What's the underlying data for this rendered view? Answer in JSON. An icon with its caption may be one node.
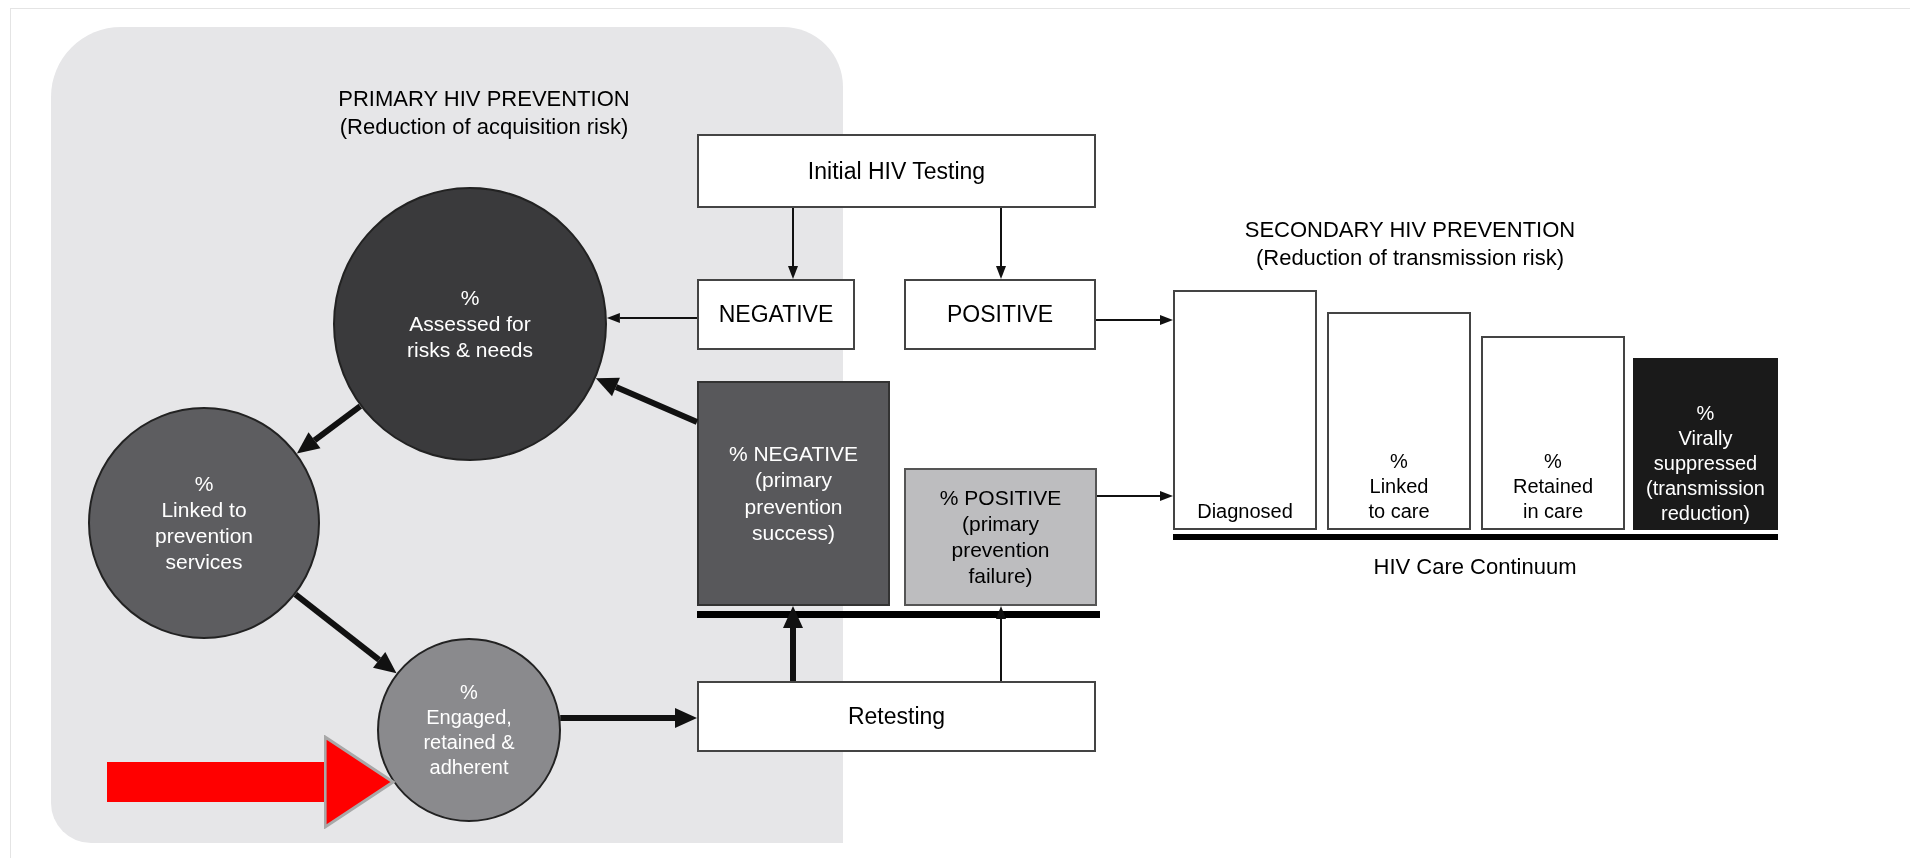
{
  "diagram": {
    "nodes": [
      {
        "text": [
          "PRIMARY HIV PREVENTION",
          "(Reduction of acquisition risk)"
        ]
      },
      {
        "text": [
          "Initial HIV Testing"
        ]
      },
      {
        "text": [
          "NEGATIVE"
        ]
      },
      {
        "text": [
          "POSITIVE"
        ]
      },
      {
        "text": [
          "%",
          "Assessed for risks & needs"
        ],
        "in": 0
      },
      {
        "text": [
          "%",
          "Linked to prevention services"
        ],
        "in": 0
      },
      {
        "text": [
          "%",
          "Engaged, retained & adherent"
        ],
        "in": 0
      },
      {
        "text": [
          "% NEGATIVE",
          "(primary prevention success)"
        ]
      },
      {
        "text": [
          "% POSITIVE",
          "(primary prevention failure)"
        ]
      },
      {
        "text": [
          "Retesting"
        ]
      },
      {
        "text": [
          "Diagnosed"
        ]
      },
      {
        "text": [
          "%",
          "Linked to care"
        ]
      },
      {
        "text": [
          "%",
          "Retained in care"
        ]
      },
      {
        "text": [
          "%",
          "Virally suppressed (transmission reduction)"
        ]
      }
    ],
    "edges": [
      {
        "from": 1,
        "to": 2,
        "arrow": "to"
      },
      {
        "from": 1,
        "to": 3,
        "arrow": "to"
      },
      {
        "from": 2,
        "to": 4,
        "arrow": "to"
      },
      {
        "from": 3,
        "to": 10,
        "arrow": "to"
      },
      {
        "from": 8,
        "to": 10,
        "arrow": "to"
      },
      {
        "from": 7,
        "to": 4,
        "arrow": "to",
        "style": "thick"
      },
      {
        "from": 4,
        "to": 5,
        "arrow": "to",
        "style": "thick"
      },
      {
        "from": 5,
        "to": 6,
        "arrow": "to",
        "style": "thick"
      },
      {
        "from": 6,
        "to": 9,
        "arrow": "to",
        "style": "thick"
      },
      {
        "from": 9,
        "to": 7,
        "arrow": "to",
        "style": "thick"
      },
      {
        "from": 9,
        "to": 8,
        "arrow": "to"
      },
      {
        "from": null,
        "to": 6,
        "arrow": "to",
        "style": "thick",
        "color": "#ff0000"
      }
    ],
    "labels": [
      "SECONDARY HIV PREVENTION",
      "(Reduction of transmission risk)",
      "HIV Care Continuum"
    ]
  }
}
